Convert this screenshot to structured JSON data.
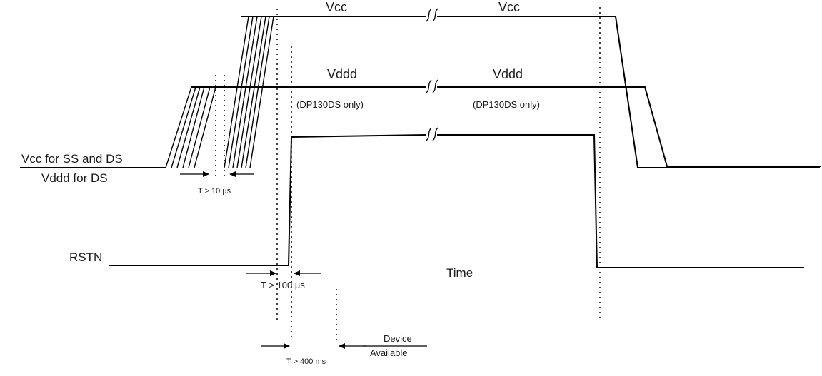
{
  "signals": {
    "vcc_left": "Vcc",
    "vcc_right": "Vcc",
    "vddd_left": "Vddd",
    "vddd_right": "Vddd",
    "vddd_note_left": "(DP130DS only)",
    "vddd_note_right": "(DP130DS only)",
    "supply_label_line1": "Vcc for SS and DS",
    "supply_label_line2": "Vddd for DS",
    "reset_label": "RSTN"
  },
  "timing": {
    "supply_delay": "T > 10 µs",
    "reset_delay": "T > 100 µs",
    "ready_delay": "T > 400 ms"
  },
  "annotations": {
    "time_axis": "Time",
    "device_line1": "Device",
    "device_line2": "Available"
  }
}
